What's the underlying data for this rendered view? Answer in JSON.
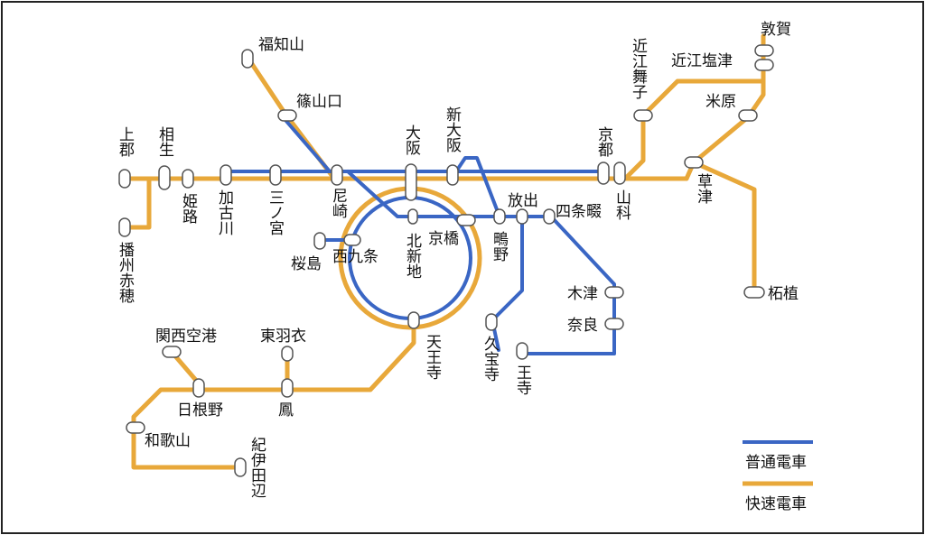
{
  "colors": {
    "local": "#3a66c4",
    "rapid": "#e8a83a",
    "frame": "#222222"
  },
  "stations": {
    "tsuruga": "敦賀",
    "omi_shiotsu": "近江塩津",
    "omi_maiko": "近江舞子",
    "maibara": "米原",
    "kusatsu": "草津",
    "tsuge": "柘植",
    "kyoto": "京都",
    "yamashina": "山科",
    "fukuchiyama": "福知山",
    "sasayamaguchi": "篠山口",
    "kamigori": "上郡",
    "aioi": "相生",
    "himeji": "姫路",
    "kakogawa": "加古川",
    "sannomiya": "三ノ宮",
    "amagasaki": "尼崎",
    "osaka": "大阪",
    "shin_osaka": "新大阪",
    "kitashinchi": "北新地",
    "kyobashi": "京橋",
    "shigino": "鴫野",
    "hanaten": "放出",
    "shijonawate": "四条畷",
    "kizu": "木津",
    "nara": "奈良",
    "kyuhoji": "久宝寺",
    "oji": "王寺",
    "nishikujo": "西九条",
    "sakurajima": "桜島",
    "tennoji": "天王寺",
    "banshu_ako": "播州赤穂",
    "kansai_airport": "関西空港",
    "higashi_hagoromo": "東羽衣",
    "hineno": "日根野",
    "otori": "鳳",
    "wakayama": "和歌山",
    "kii_tanabe": "紀伊田辺"
  },
  "legend": {
    "local": "普通電車",
    "rapid": "快速電車"
  }
}
